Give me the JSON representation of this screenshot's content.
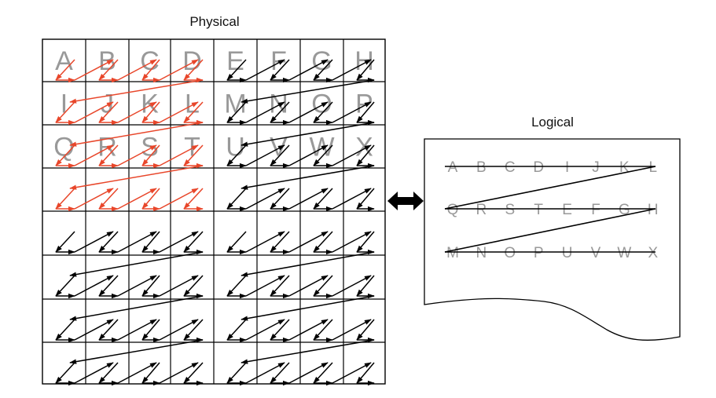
{
  "physical": {
    "title": "Physical",
    "grid": {
      "rows": 8,
      "cols": 8
    },
    "letters": [
      [
        "A",
        "B",
        "C",
        "D",
        "E",
        "F",
        "G",
        "H"
      ],
      [
        "I",
        "J",
        "K",
        "L",
        "M",
        "N",
        "O",
        "P"
      ],
      [
        "Q",
        "R",
        "S",
        "T",
        "U",
        "V",
        "W",
        "X"
      ]
    ],
    "highlight_block_cols": 4,
    "highlight_block_rows": 4
  },
  "logical": {
    "title": "Logical",
    "rows": [
      [
        "A",
        "B",
        "C",
        "D",
        "I",
        "J",
        "K",
        "L"
      ],
      [
        "Q",
        "R",
        "S",
        "T",
        "E",
        "F",
        "G",
        "H"
      ],
      [
        "M",
        "N",
        "O",
        "P",
        "U",
        "V",
        "W",
        "X"
      ]
    ]
  },
  "colors": {
    "letter": "#999999",
    "grid": "#000000",
    "path": "#000000",
    "highlight_path": "#e8462a",
    "connector": "#000000"
  },
  "connector": {
    "type": "double-arrow"
  }
}
